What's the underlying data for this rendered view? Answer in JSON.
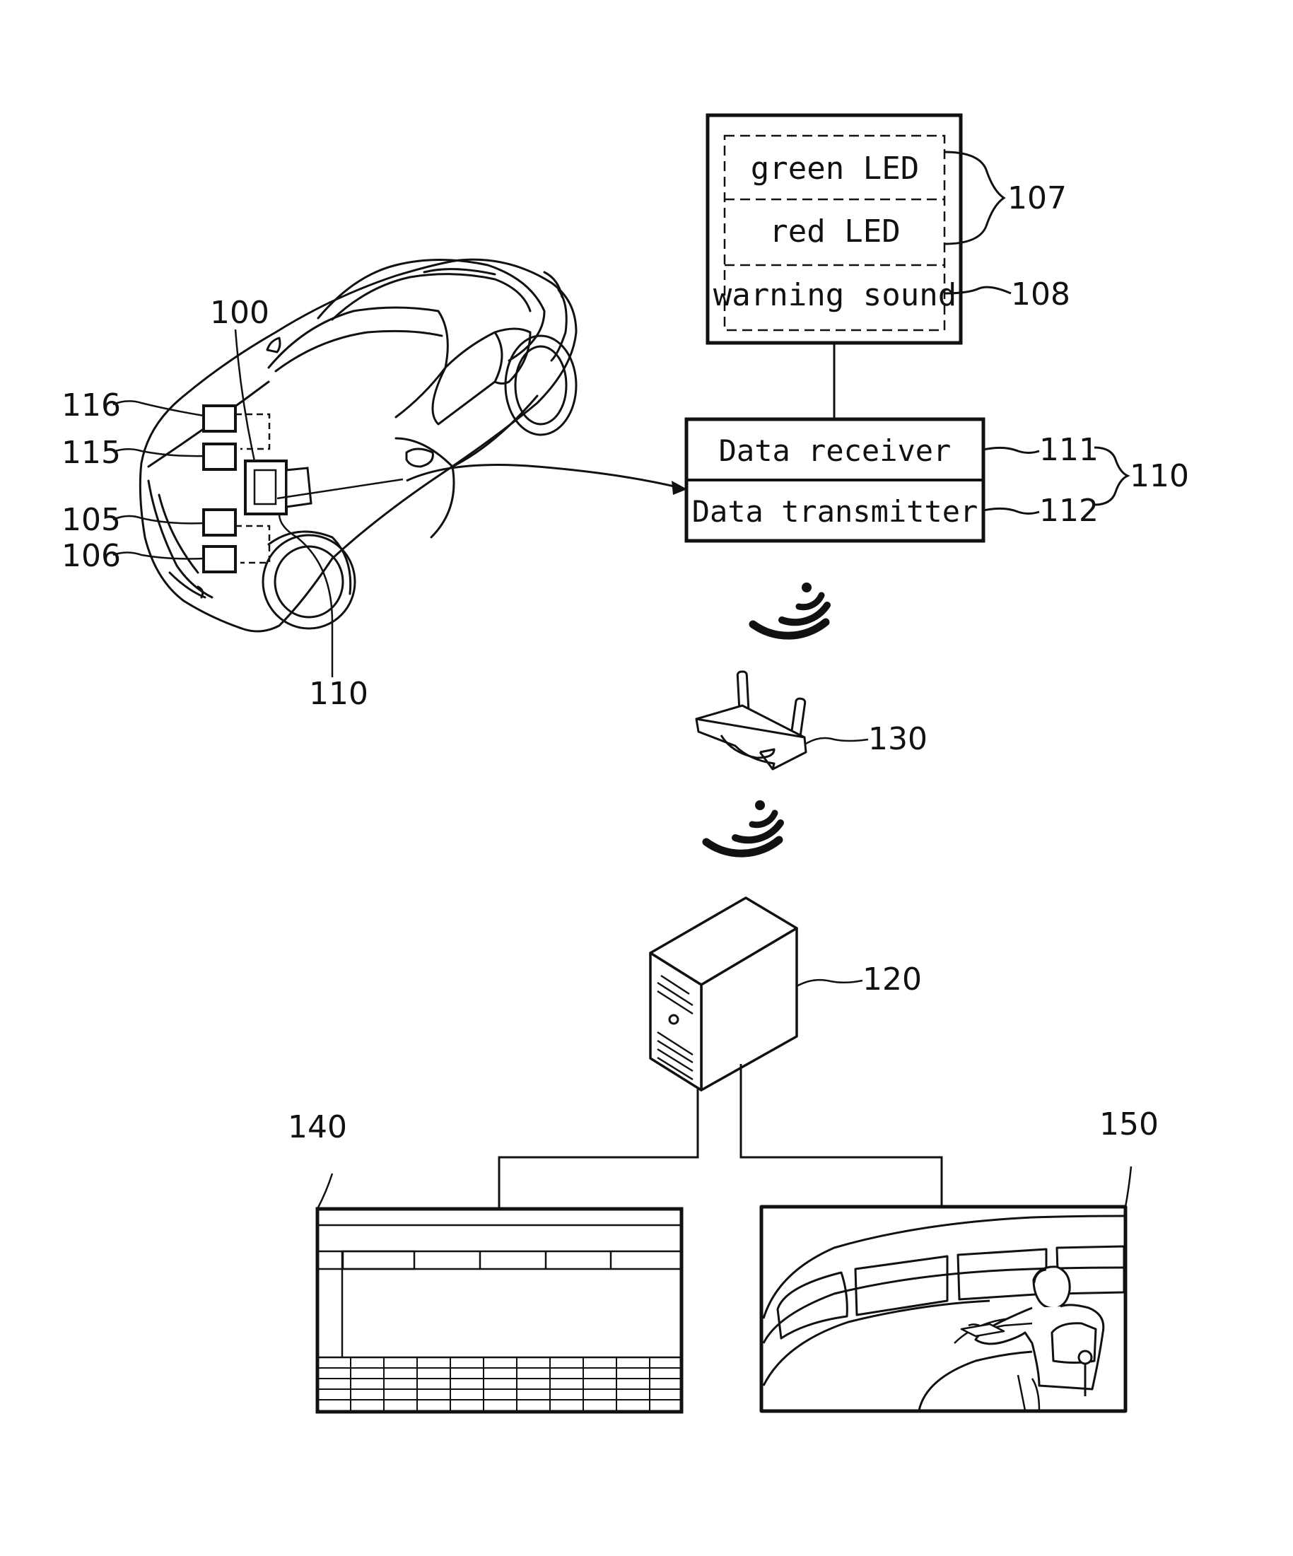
{
  "indicator_box": {
    "green_led": "green LED",
    "red_led": "red LED",
    "warning_sound": "warning sound"
  },
  "comm_box": {
    "receiver": "Data receiver",
    "transmitter": "Data transmitter"
  },
  "refs": {
    "r100": "100",
    "r116": "116",
    "r115": "115",
    "r105": "105",
    "r106": "106",
    "r110_car": "110",
    "r107": "107",
    "r108": "108",
    "r111": "111",
    "r112": "112",
    "r110_box": "110",
    "r130": "130",
    "r120": "120",
    "r140": "140",
    "r150": "150"
  }
}
